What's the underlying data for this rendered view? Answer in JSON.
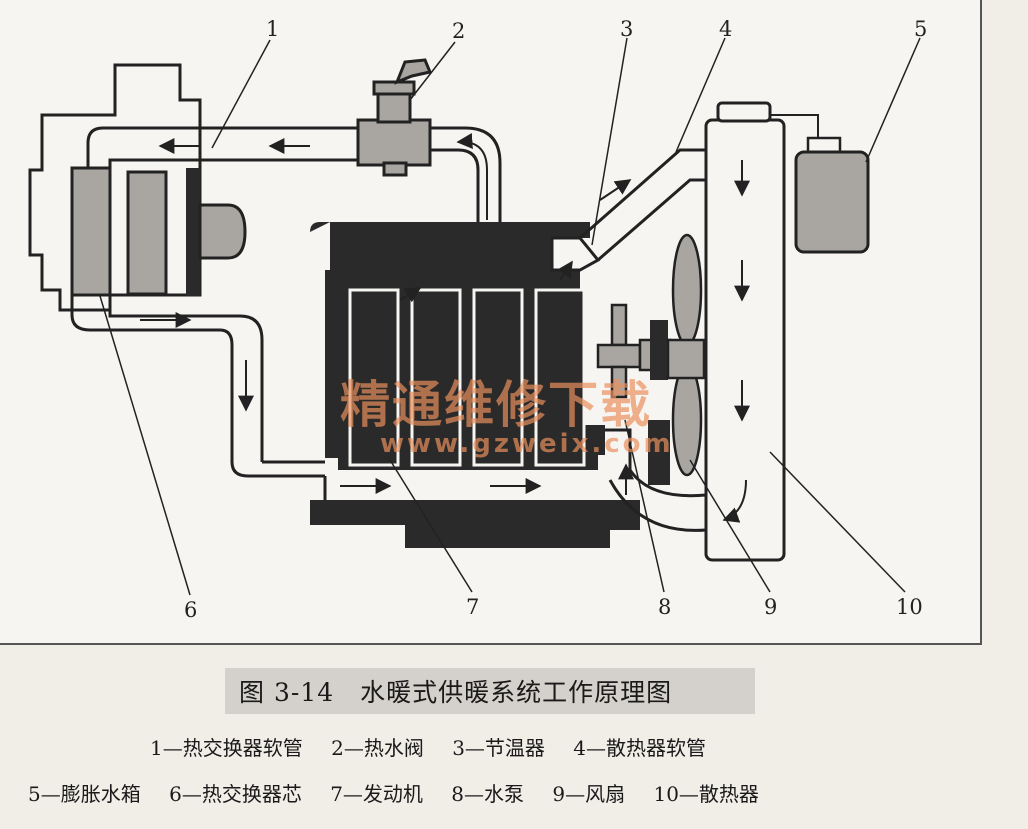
{
  "caption": {
    "figure_number": "图 3-14",
    "title": "水暖式供暖系统工作原理图"
  },
  "callout_numbers": [
    "1",
    "2",
    "3",
    "4",
    "5",
    "6",
    "7",
    "8",
    "9",
    "10"
  ],
  "legend": {
    "line1": [
      "1—热交换器软管",
      "2—热水阀",
      "3—节温器",
      "4—散热器软管"
    ],
    "line2": [
      "5—膨胀水箱",
      "6—热交换器芯",
      "7—发动机",
      "8—水泵",
      "9—风扇",
      "10—散热器"
    ]
  },
  "watermark": {
    "text": "精通维修下载",
    "url": "www.gzweix.com",
    "color": "#e8905c"
  },
  "colors": {
    "part_fill": "#a9a6a2",
    "engine_fill": "#2a2a2a",
    "line": "#222222",
    "pipe_fill": "#f7f5f2"
  }
}
